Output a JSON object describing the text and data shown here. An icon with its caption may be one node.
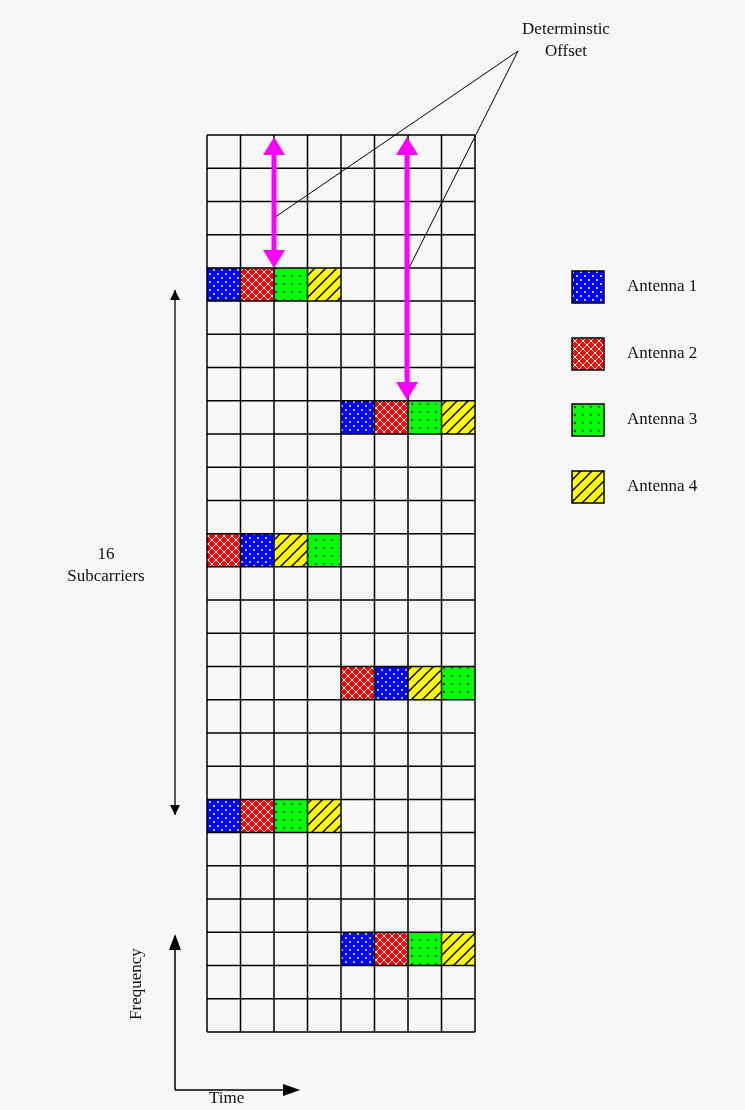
{
  "diagram": {
    "nodes": [
      {
        "text": [
          "Determinstic Offset"
        ]
      },
      {
        "text": [],
        "shape": "arrow"
      },
      {
        "text": [],
        "shape": "arrow"
      }
    ],
    "edges": [
      {
        "from": 0,
        "to": 1,
        "arrow": "none"
      },
      {
        "from": 0,
        "to": 2,
        "arrow": "none"
      }
    ],
    "labels": [
      "16 Subcarriers",
      "Frequency",
      "Time"
    ],
    "legend": [
      {
        "text": "Antenna 1",
        "color": "#0000ff"
      },
      {
        "text": "Antenna 2",
        "color": "#ff0000"
      },
      {
        "text": "Antenna 3",
        "color": "#00ff00"
      },
      {
        "text": "Antenna 4",
        "color": "#ffff00"
      }
    ]
  }
}
